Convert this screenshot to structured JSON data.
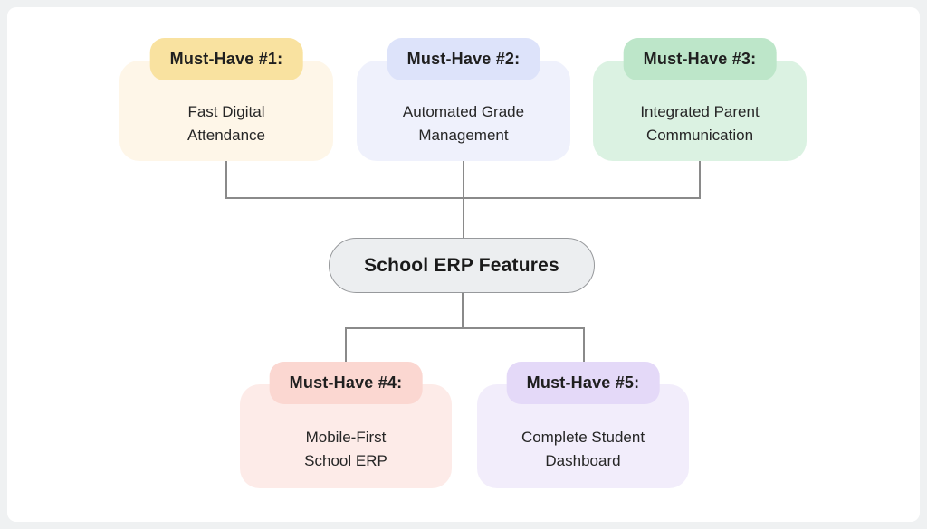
{
  "diagram": {
    "title_note": "School ERP Features mind map",
    "root": {
      "label": "School ERP Features"
    },
    "colors": {
      "frame": "#eff1f2",
      "canvas": "#ffffff",
      "line": "#8a8a8a",
      "root_bg": "#eceef0",
      "root_border": "#97999c",
      "text": "#1f1f1f"
    },
    "top_row": [
      {
        "badge": "Must-Have #1:",
        "label": "Fast Digital\nAttendance",
        "badge_color": "#f9e2a0",
        "body_color": "#fef6e8"
      },
      {
        "badge": "Must-Have #2:",
        "label": "Automated Grade\nManagement",
        "badge_color": "#dde3fa",
        "body_color": "#eff1fc"
      },
      {
        "badge": "Must-Have #3:",
        "label": "Integrated Parent\nCommunication",
        "badge_color": "#bde6c9",
        "body_color": "#dbf2e2"
      }
    ],
    "bottom_row": [
      {
        "badge": "Must-Have #4:",
        "label": "Mobile-First\nSchool ERP",
        "badge_color": "#fbd7d1",
        "body_color": "#fdebe8"
      },
      {
        "badge": "Must-Have #5:",
        "label": "Complete Student\nDashboard",
        "badge_color": "#e4d9f8",
        "body_color": "#f2edfb"
      }
    ]
  }
}
